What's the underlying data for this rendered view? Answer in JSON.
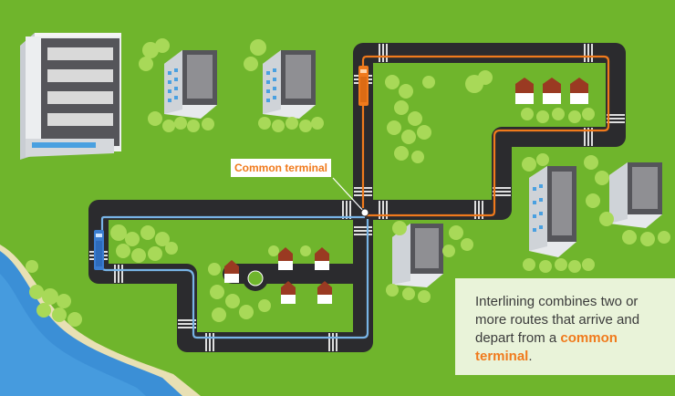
{
  "callout": {
    "label": "Common terminal"
  },
  "info": {
    "text_before": "Interlining combines two or more routes that arrive and depart from a ",
    "highlight": "common terminal",
    "text_after": "."
  },
  "colors": {
    "grass": "#6fb52c",
    "road": "#2b2b2e",
    "water": "#3b8fd6",
    "orange_route": "#f07a1c",
    "blue_route": "#78b4e6",
    "info_bg": "#e9f3d9"
  },
  "icons": [
    "orange-bus-icon",
    "blue-bus-icon",
    "terminal-stop-icon",
    "roundabout-icon"
  ]
}
